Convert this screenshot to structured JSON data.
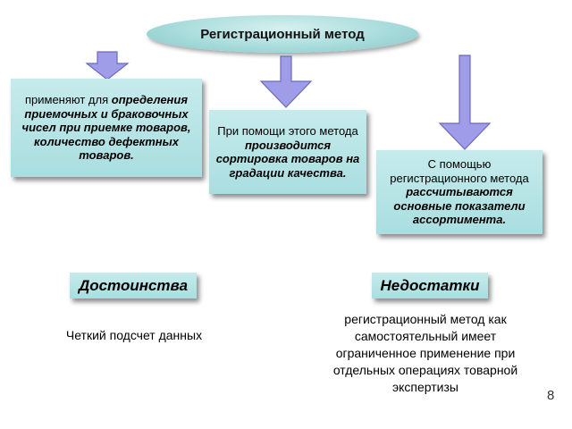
{
  "title": "Регистрационный метод",
  "boxes": {
    "b1": {
      "lead": "применяют для ",
      "emph": "определения приемочных и браковочных чисел при приемке товаров, количество дефектных товаров."
    },
    "b2": {
      "lead": "При помощи этого метода ",
      "emph": "производится сортировка товаров на градации качества."
    },
    "b3": {
      "lead": "С помощью регистрационного метода ",
      "emph": "рассчитываются основные показатели ассортимента."
    }
  },
  "advantages": {
    "header": "Достоинства",
    "text": "Четкий подсчет данных"
  },
  "disadvantages": {
    "header": "Недостатки",
    "text": "регистрационный метод как самостоятельный имеет ограниченное применение при отдельных операциях товарной экспертизы"
  },
  "page_number": "8",
  "colors": {
    "box_fill": "#a9dee0",
    "arrow_fill": "#9f9ce8",
    "arrow_stroke": "#6c69c0"
  }
}
